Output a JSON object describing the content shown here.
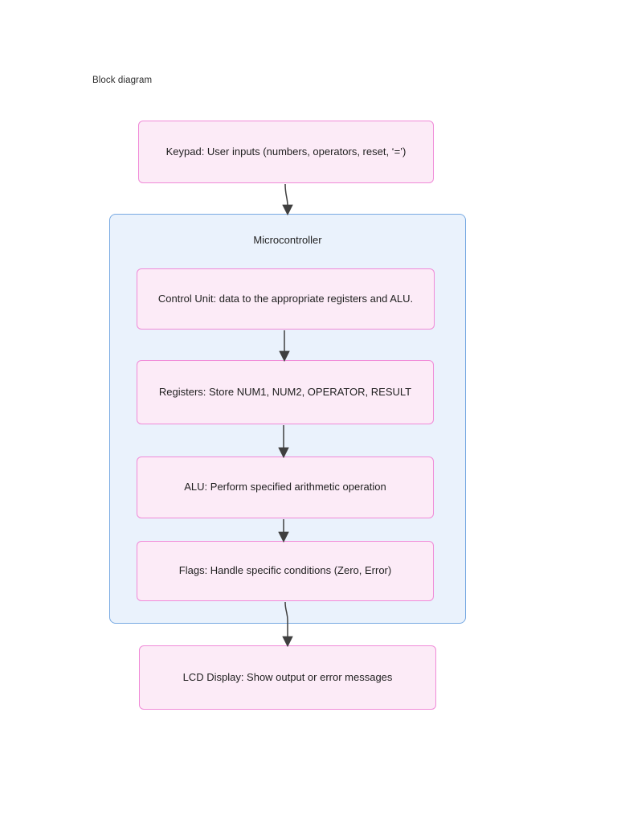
{
  "page": {
    "title": "Block diagram"
  },
  "diagram": {
    "type": "flowchart",
    "nodes": {
      "keypad": {
        "label": "Keypad: User inputs (numbers, operators, reset, ‘=’)"
      },
      "microcontroller": {
        "label": "Microcontroller"
      },
      "control_unit": {
        "label": "Control Unit: data to the appropriate registers and ALU."
      },
      "registers": {
        "label": "Registers: Store NUM1, NUM2, OPERATOR, RESULT"
      },
      "alu": {
        "label": "ALU: Perform specified arithmetic operation"
      },
      "flags": {
        "label": "Flags: Handle specific conditions (Zero, Error)"
      },
      "lcd_display": {
        "label": "LCD Display: Show output or error messages"
      }
    },
    "edges": [
      {
        "from": "keypad",
        "to": "microcontroller"
      },
      {
        "from": "control_unit",
        "to": "registers"
      },
      {
        "from": "registers",
        "to": "alu"
      },
      {
        "from": "alu",
        "to": "flags"
      },
      {
        "from": "flags",
        "to": "lcd_display"
      }
    ],
    "colors": {
      "node_fill": "#fcebf7",
      "node_border": "#f08ad8",
      "container_fill": "#eaf2fc",
      "container_border": "#77a9e2",
      "arrow": "#3f3f3f",
      "text": "#1f1f1f"
    }
  }
}
